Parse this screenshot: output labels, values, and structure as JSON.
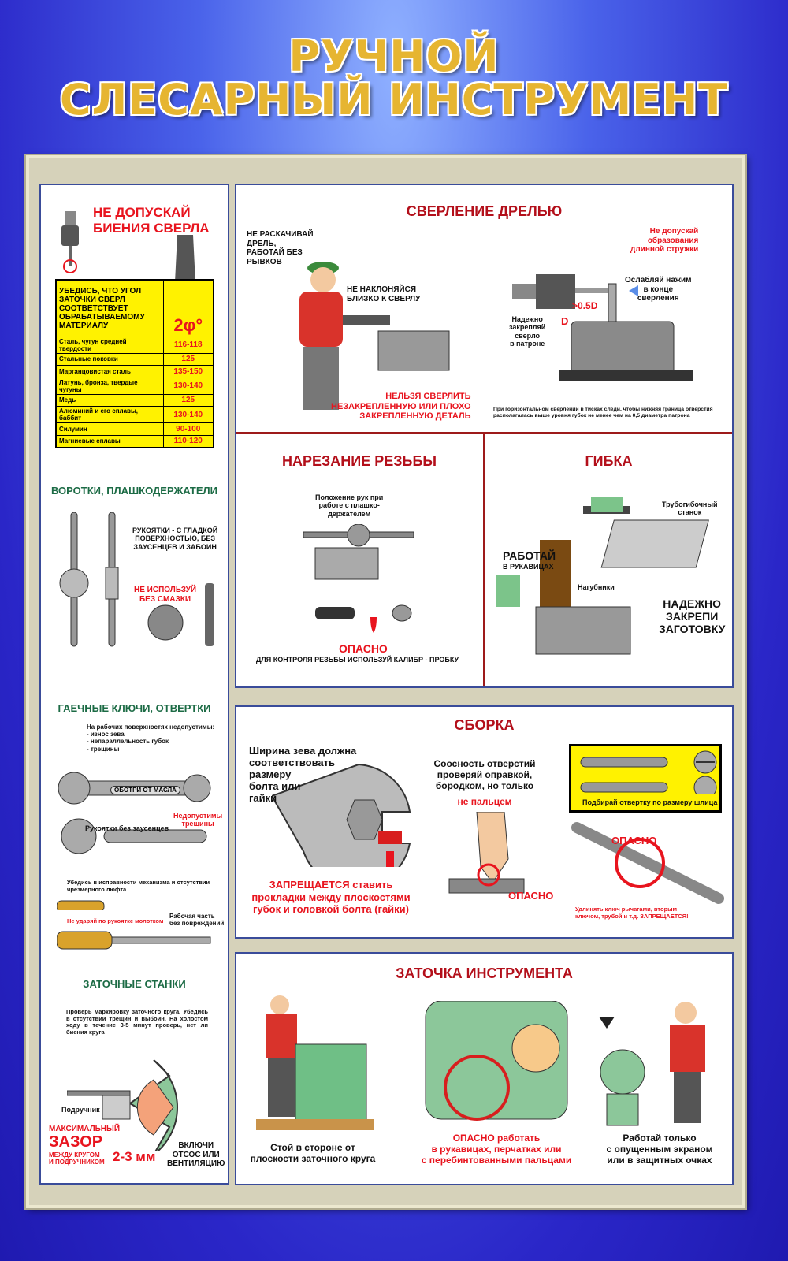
{
  "title": {
    "line1": "РУЧНОЙ",
    "line2": "СЛЕСАРНЫЙ ИНСТРУМЕНТ"
  },
  "left": {
    "drill_warning": "НЕ ДОПУСКАЙ\nБИЕНИЯ СВЕРЛА",
    "angle_table": {
      "heading": "УБЕДИСЬ, ЧТО УГОЛ\nЗАТОЧКИ СВЕРЛ\nСООТВЕТСТВУЕТ\nОБРАБАТЫВАЕМОМУ\nМАТЕРИАЛУ",
      "angle_label": "2φ°",
      "rows": [
        {
          "material": "Сталь, чугун средней твердости",
          "angle": "116-118"
        },
        {
          "material": "Стальные поковки",
          "angle": "125"
        },
        {
          "material": "Марганцовистая сталь",
          "angle": "135-150"
        },
        {
          "material": "Латунь, бронза, твердые чугуны",
          "angle": "130-140"
        },
        {
          "material": "Медь",
          "angle": "125"
        },
        {
          "material": "Алюминий и его сплавы, баббит",
          "angle": "130-140"
        },
        {
          "material": "Силумин",
          "angle": "90-100"
        },
        {
          "material": "Магниевые сплавы",
          "angle": "110-120"
        }
      ]
    },
    "taps": {
      "title": "ВОРОТКИ, ПЛАШКОДЕРЖАТЕЛИ",
      "handles_note": "РУКОЯТКИ - С ГЛАДКОЙ\nПОВЕРХНОСТЬЮ, БЕЗ\nЗАУСЕНЦЕВ И ЗАБОИН",
      "lube_note": "НЕ ИСПОЛЬЗУЙ\nБЕЗ СМАЗКИ"
    },
    "wrenches": {
      "title": "ГАЕЧНЫЕ КЛЮЧИ, ОТВЕРТКИ",
      "defects": "На рабочих поверхностях недопустимы:\n- износ зева\n- непараллельность губок\n- трещины",
      "wipe_oil": "ОБОТРИ ОТ МАСЛА",
      "cracks": "Недопустимы\nтрещины",
      "handles": "Рукоятки без заусенцев",
      "adjustable_note": "Убедись в исправности механизма и отсутствии\nчрезмерного люфта",
      "hammer_note": "Не ударяй по рукоятке молотком",
      "working_part": "Рабочая часть\nбез повреждений"
    },
    "grinders": {
      "title": "ЗАТОЧНЫЕ СТАНКИ",
      "note": "Проверь маркировку заточного круга. Убедись в отсутствии трещин и выбоин. На холостом ходу в течение 3-5 минут проверь, нет ли биения круга",
      "rest_label": "Подручник",
      "gap1": "МАКСИМАЛЬНЫЙ",
      "gap2": "ЗАЗОР",
      "gap3": "МЕЖДУ КРУГОМ\nИ ПОДРУЧНИКОМ",
      "gap_value": "2-3 мм",
      "exhaust": "ВКЛЮЧИ\nОТСОС ИЛИ\nВЕНТИЛЯЦИЮ"
    }
  },
  "drilling": {
    "title": "СВЕРЛЕНИЕ ДРЕЛЬЮ",
    "no_swing": "НЕ РАСКАЧИВАЙ\nДРЕЛЬ,\nРАБОТАЙ БЕЗ\nРЫВКОВ",
    "no_lean": "НЕ НАКЛОНЯЙСЯ\nБЛИЗКО К СВЕРЛУ",
    "no_loose": "НЕЛЬЗЯ СВЕРЛИТЬ\nНЕЗАКРЕПЛЕННУЮ ИЛИ ПЛОХО\nЗАКРЕПЛЕННУЮ ДЕТАЛЬ",
    "no_chips": "Не допускай\nобразования\nдлинной стружки",
    "ease": "Ослабляй нажим\nв конце\nсверления",
    "secure": "Надежно\nзакрепляй\nсверло\nв патроне",
    "gap": ">0.5D",
    "d": "D",
    "footnote": "При горизонтальном сверлении в тисках следи, чтобы нижняя граница отверстия располагалась выше уровня губок не менее чем на 0,5 диаметра патрона"
  },
  "threading": {
    "title": "НАРЕЗАНИЕ РЕЗЬБЫ",
    "hands": "Положение рук при\nработе с плашко-\nдержателем",
    "danger": "ОПАСНО",
    "gauge": "ДЛЯ КОНТРОЛЯ РЕЗЬБЫ ИСПОЛЬЗУЙ КАЛИБР - ПРОБКУ"
  },
  "bending": {
    "title": "ГИБКА",
    "bender": "Трубогибочный\nстанок",
    "gloves": "РАБОТАЙ",
    "gloves2": "В РУКАВИЦАХ",
    "jaws": "Нагубники",
    "secure": "НАДЕЖНО\nЗАКРЕПИ\nЗАГОТОВКУ"
  },
  "assembly": {
    "title": "СБОРКА",
    "jaw_width": "Ширина зева должна\nсоответствовать\nразмеру\nболта или\nгайки",
    "forbidden": "ЗАПРЕЩАЕТСЯ ставить",
    "forbidden_rest": "прокладки между плоскостями\nгубок и головкой болта (гайки)",
    "alignment": "Соосность отверстий\nпроверяй оправкой,\nбородком, но только",
    "not_finger": "не пальцем",
    "danger": "ОПАСНО",
    "screwdriver": "Подбирай отвертку по размеру шлица",
    "danger2": "ОПАСНО",
    "extend": "Удлинять ключ рычагами, вторым\nключом, трубой и т.д. ЗАПРЕЩАЕТСЯ!"
  },
  "sharpening": {
    "title": "ЗАТОЧКА ИНСТРУМЕНТА",
    "stand_side": "Стой в стороне от\nплоскости заточного круга",
    "danger": "ОПАСНО работать\nв рукавицах, перчатках или\nс перебинтованными пальцами",
    "shield": "Работай только\nс опущенным экраном\nили в защитных очках"
  }
}
